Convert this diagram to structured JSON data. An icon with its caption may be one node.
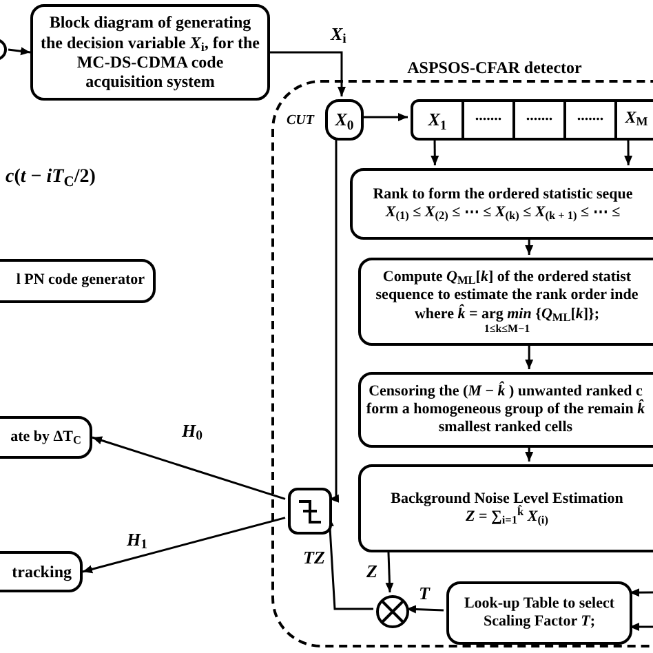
{
  "diagram": {
    "nodes": [
      {
        "text": [],
        "shape": "circle"
      },
      {
        "text": [
          "Block diagram of generating the decision variable *X*$_{i}$, for the MC-DS-CDMA code acquisition system"
        ]
      },
      {
        "text": [
          "l PN code generator"
        ]
      },
      {
        "text": [
          "ate by ΔT$_{C}$"
        ]
      },
      {
        "text": [
          "tracking"
        ]
      },
      {
        "text": [
          "ASPSOS-CFAR detector"
        ]
      },
      {
        "text": [
          "*X*$_{0}$"
        ],
        "in": 5,
        "beside": [
          "*CUT*"
        ]
      },
      {
        "text": [
          "*X*$_{1}$"
        ],
        "in": 5
      },
      {
        "text": [
          "......."
        ],
        "in": 5
      },
      {
        "text": [
          "......."
        ],
        "in": 5
      },
      {
        "text": [
          "......."
        ],
        "in": 5
      },
      {
        "text": [
          "*X*$_{M}$"
        ],
        "in": 5
      },
      {
        "text": [
          "Rank to form the ordered statistic seque",
          "*X*$_{(1)}$ ≤ *X*$_{(2)}$ ≤ ⋯ ≤ *X*$_{(k)}$ ≤ *X*$_{(k + 1)}$ ≤ ⋯ ≤"
        ],
        "in": 5
      },
      {
        "text": [
          "Compute *Q*$_{ML}$[*k*] of the ordered statist sequence to estimate the rank order inde",
          "where *k̂* = arg *min* {*Q*$_{ML}$[*k*]};",
          "1≤k≤M−1"
        ],
        "in": 5
      },
      {
        "text": [
          "Censoring the (*M* − *k̂* ) unwanted ranked c form a homogeneous group of the remain *k̂* smallest ranked cells"
        ],
        "in": 5
      },
      {
        "text": [
          "Background Noise Level Estimation",
          "*Z* = ∑$_{i=1}$$^{k̂}$ *X*$_{(i)}$"
        ],
        "in": 5
      },
      {
        "text": [],
        "shape": "box",
        "in": 5
      },
      {
        "text": [],
        "shape": "circle",
        "in": 5
      },
      {
        "text": [
          "Look-up Table to select Scaling Factor *T*;"
        ],
        "in": 5
      }
    ],
    "edges": [
      {
        "from": 0,
        "to": 1,
        "arrow": "to"
      },
      {
        "from": 1,
        "to": 6,
        "arrow": "to",
        "label": "*X*$_{i}$"
      },
      {
        "from": 6,
        "to": 7,
        "arrow": "to"
      },
      {
        "from": 7,
        "to": 12,
        "arrow": "to"
      },
      {
        "from": 11,
        "to": 12,
        "arrow": "to"
      },
      {
        "from": 12,
        "to": 13,
        "arrow": "to"
      },
      {
        "from": 13,
        "to": 14,
        "arrow": "to"
      },
      {
        "from": 14,
        "to": 15,
        "arrow": "to"
      },
      {
        "from": 15,
        "to": 17,
        "arrow": "to",
        "label": "*Z*"
      },
      {
        "from": 18,
        "to": 17,
        "arrow": "to",
        "label": "*T*"
      },
      {
        "from": 17,
        "to": 16,
        "arrow": "to",
        "label": "*TZ*"
      },
      {
        "from": 6,
        "to": 16,
        "arrow": "to"
      },
      {
        "from": 16,
        "to": 3,
        "arrow": "to",
        "label": "*H*$_{0}$"
      },
      {
        "from": 16,
        "to": 4,
        "arrow": "to",
        "label": "*H*$_{1}$"
      },
      {
        "from": null,
        "to": 18,
        "arrow": "to"
      },
      {
        "from": null,
        "to": 18,
        "arrow": "to"
      }
    ],
    "labels": [
      "*c*(*t* − *iT*$_{C}$/2)"
    ]
  }
}
